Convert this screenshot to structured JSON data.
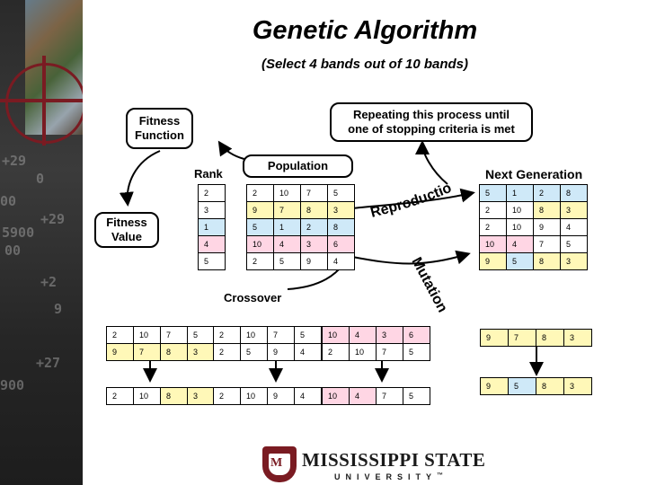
{
  "title": "Genetic Algorithm",
  "subtitle": "(Select 4 bands out of 10 bands)",
  "labels": {
    "fitness_function": "Fitness\nFunction",
    "repeating": "Repeating this process until\none of stopping criteria is met",
    "rank": "Rank",
    "population": "Population",
    "next_generation": "Next Generation",
    "fitness_value": "Fitness\nValue",
    "reproduction": "Reproduction",
    "mutation": "Mutation",
    "crossover": "Crossover"
  },
  "rank_values": [
    "2",
    "3",
    "1",
    "4",
    "5"
  ],
  "population_rows": [
    [
      "2",
      "10",
      "7",
      "5"
    ],
    [
      "9",
      "7",
      "8",
      "3"
    ],
    [
      "5",
      "1",
      "2",
      "8"
    ],
    [
      "10",
      "4",
      "3",
      "6"
    ],
    [
      "2",
      "5",
      "9",
      "4"
    ]
  ],
  "next_generation_rows": [
    [
      "5",
      "1",
      "2",
      "8"
    ],
    [
      "2",
      "10",
      "8",
      "3"
    ],
    [
      "2",
      "10",
      "9",
      "4"
    ],
    [
      "10",
      "4",
      "7",
      "5"
    ],
    [
      "9",
      "5",
      "8",
      "3"
    ]
  ],
  "crossover_pairs": [
    {
      "parents": [
        [
          "2",
          "10",
          "7",
          "5"
        ],
        [
          "9",
          "7",
          "8",
          "3"
        ]
      ],
      "child": [
        "2",
        "10",
        "8",
        "3"
      ]
    },
    {
      "parents": [
        [
          "2",
          "10",
          "7",
          "5"
        ],
        [
          "2",
          "5",
          "9",
          "4"
        ]
      ],
      "child": [
        "2",
        "10",
        "9",
        "4"
      ]
    },
    {
      "parents": [
        [
          "10",
          "4",
          "3",
          "6"
        ],
        [
          "2",
          "10",
          "7",
          "5"
        ]
      ],
      "child": [
        "10",
        "4",
        "7",
        "5"
      ]
    }
  ],
  "mutation_example": {
    "before": [
      "9",
      "7",
      "8",
      "3"
    ],
    "after": [
      "9",
      "5",
      "8",
      "3"
    ]
  },
  "logo": {
    "name": "MISSISSIPPI STATE",
    "sub": "UNIVERSITY",
    "tm": "™",
    "brand_color": "#7a1b22"
  },
  "sidebar_numbers": [
    "+29",
    "0",
    "00",
    "+29",
    "00",
    "5900",
    "+2",
    "9",
    "+27",
    "900"
  ],
  "colors": {
    "pink": "#ffd6e4",
    "blue": "#cfe9f8",
    "yellow": "#fff8b8"
  }
}
